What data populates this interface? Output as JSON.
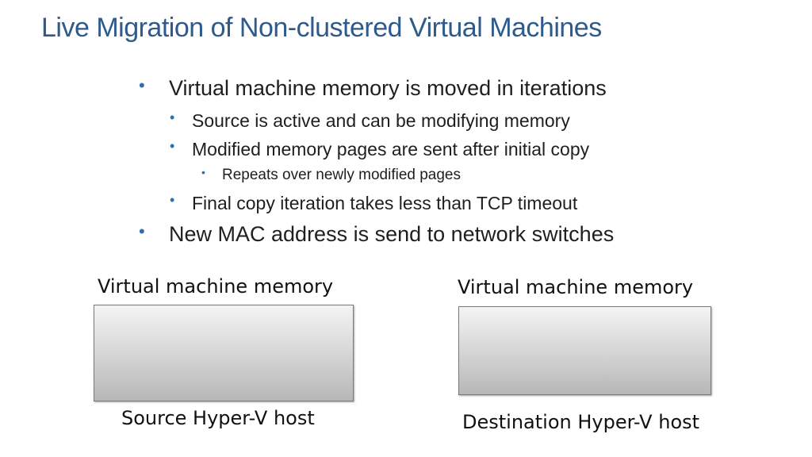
{
  "slide": {
    "title": "Live Migration of Non-clustered Virtual Machines",
    "bullets": [
      "Virtual machine memory is moved in iterations",
      "Source is active and can be modifying memory",
      "Modified memory pages are sent after initial copy",
      "Repeats over newly modified pages",
      "Final copy iteration takes less than TCP timeout",
      "New MAC address is send to network switches"
    ],
    "bullet_symbol": "•",
    "source": {
      "memory_label": "Virtual machine memory",
      "host_label": "Source Hyper-V host"
    },
    "destination": {
      "memory_label": "Virtual machine memory",
      "host_label": "Destination Hyper-V host"
    }
  },
  "colors": {
    "title": "#2e5a8c",
    "bullet": "#2e6fb0"
  }
}
